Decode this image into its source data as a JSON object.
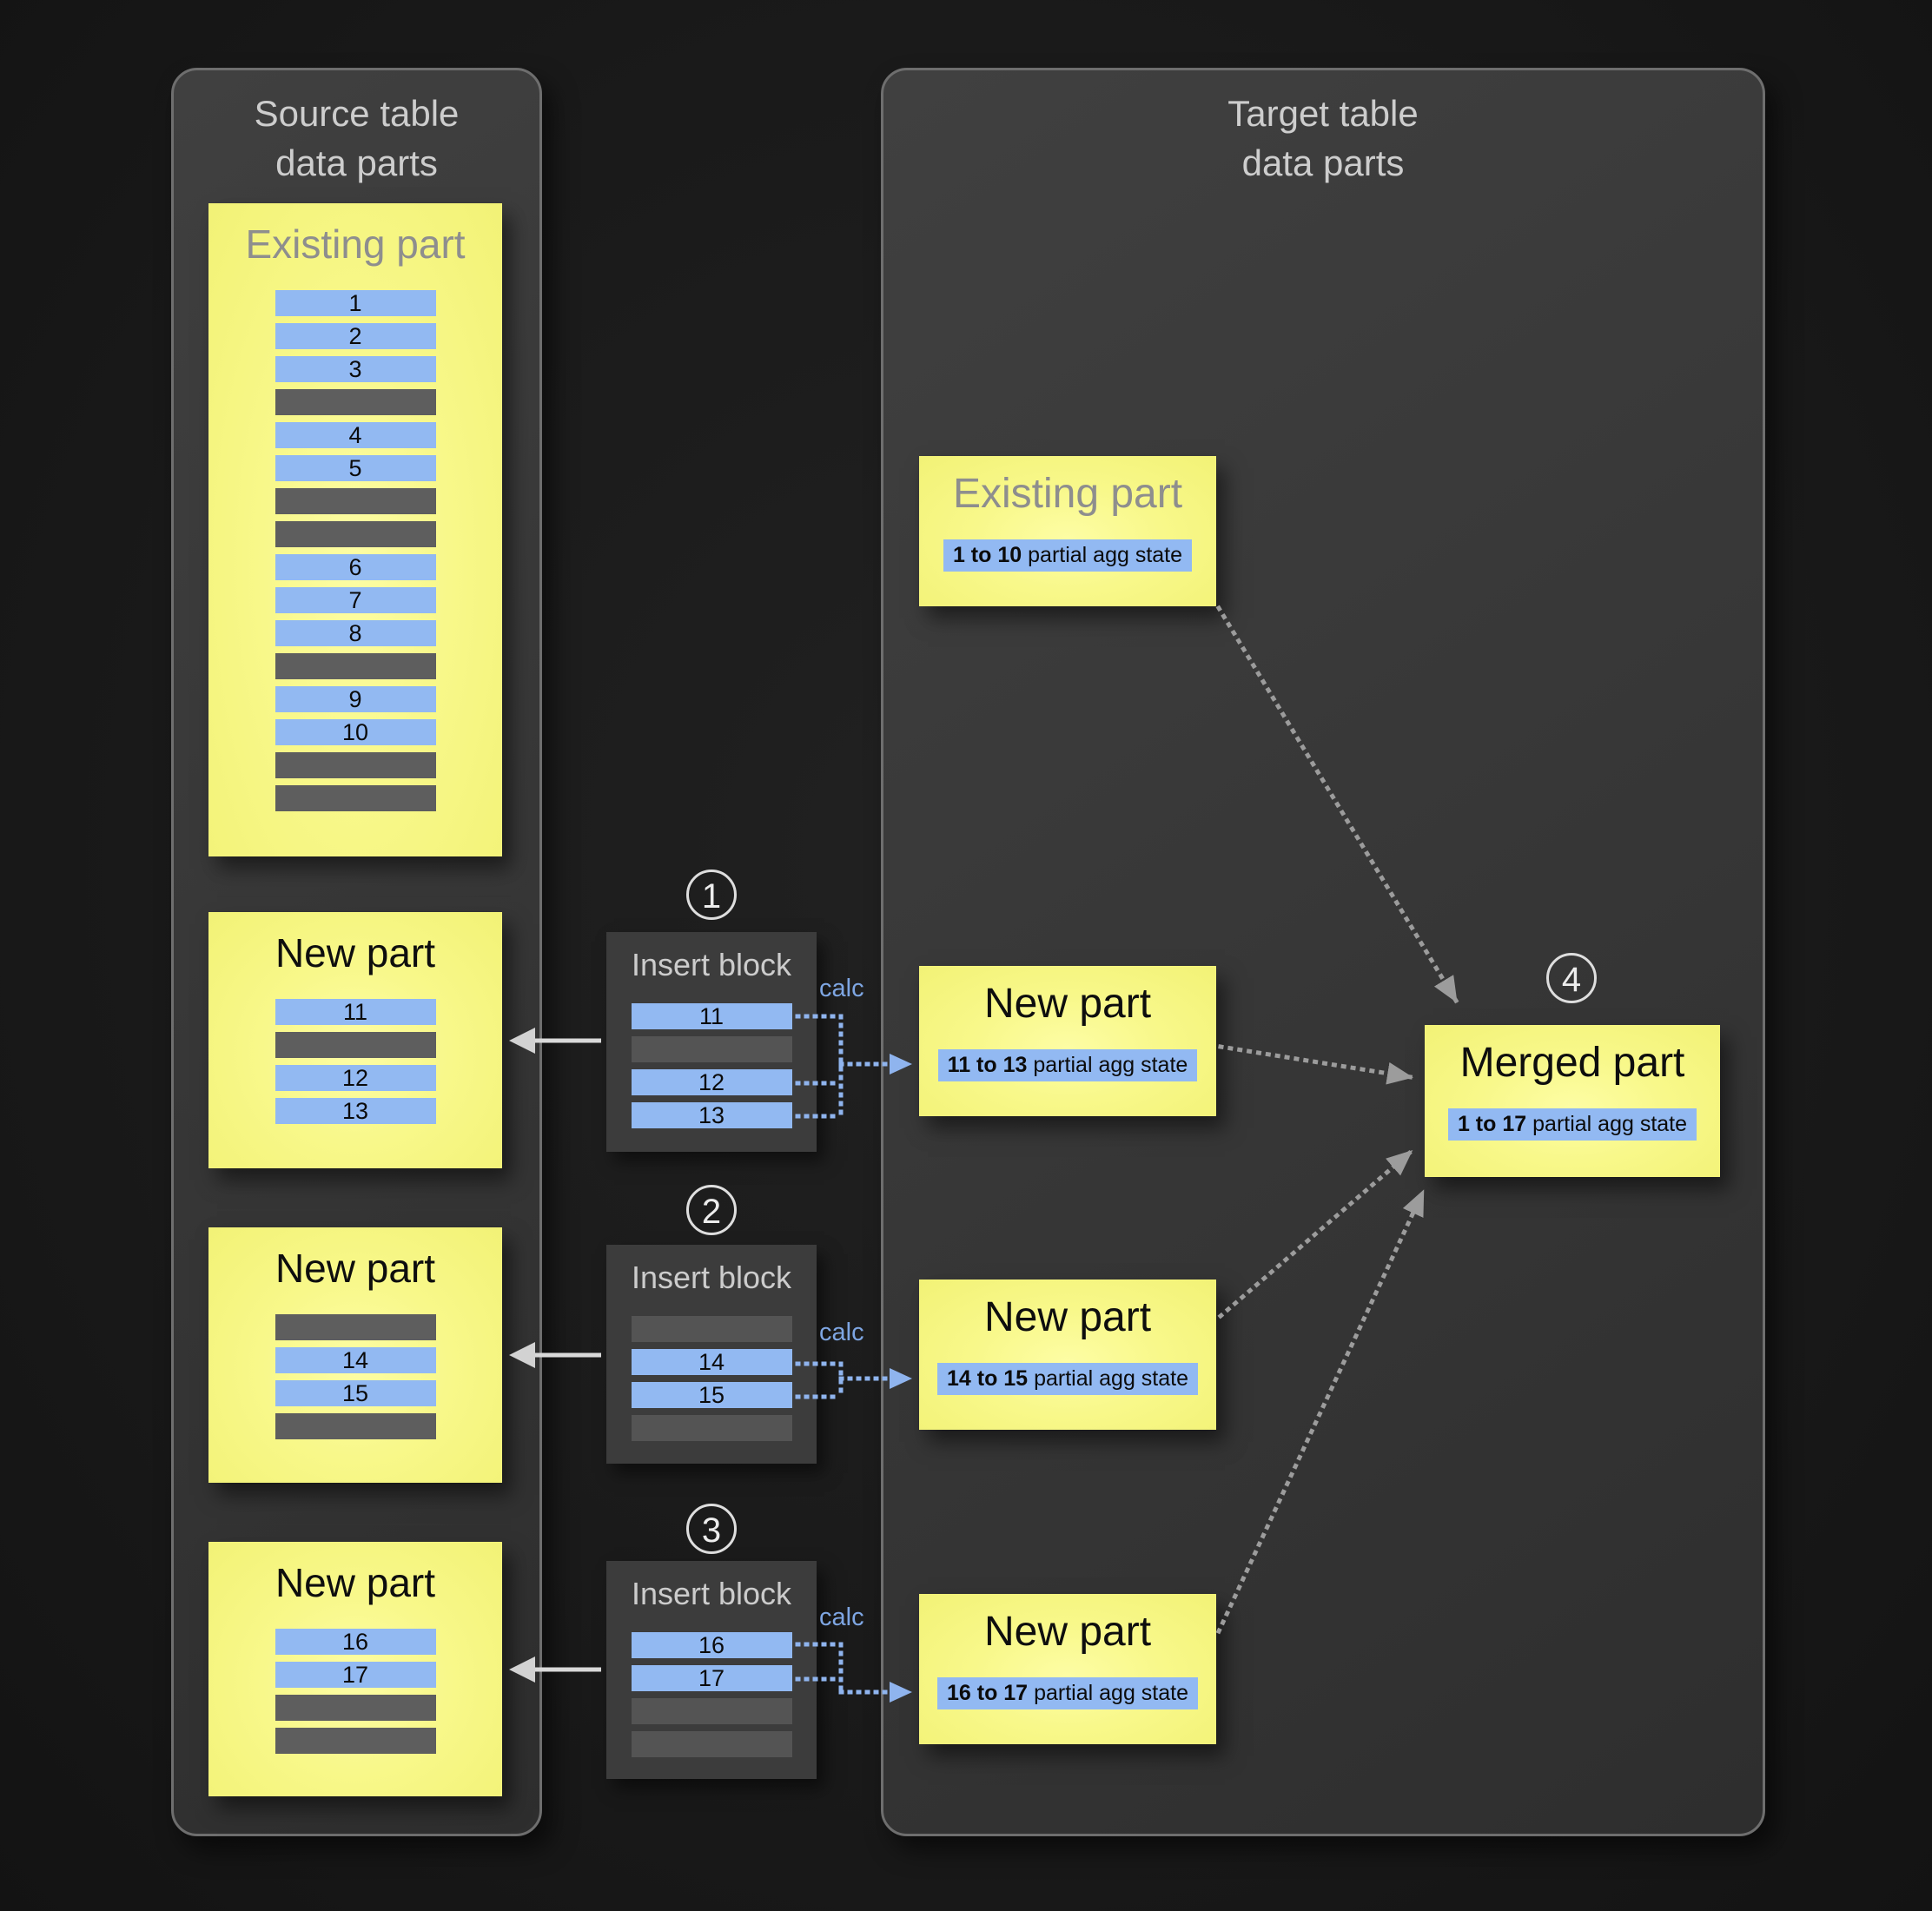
{
  "colors": {
    "yellow": "#f8f88a",
    "row_blue": "#92b9f2",
    "row_gray": "#5e5e5e",
    "calc_blue": "#7ea6e3",
    "panel_bg": "#383838"
  },
  "source_panel": {
    "title": "Source table\ndata parts",
    "existing_part": {
      "title": "Existing part",
      "rows": [
        "1",
        "2",
        "3",
        "",
        "4",
        "5",
        "",
        "",
        "6",
        "7",
        "8",
        "",
        "9",
        "10",
        "",
        ""
      ]
    },
    "new_parts": [
      {
        "title": "New part",
        "rows": [
          "11",
          "",
          "12",
          "13"
        ]
      },
      {
        "title": "New part",
        "rows": [
          "",
          "14",
          "15",
          ""
        ]
      },
      {
        "title": "New part",
        "rows": [
          "16",
          "17",
          "",
          ""
        ]
      }
    ]
  },
  "insert_blocks": [
    {
      "step": "1",
      "title": "Insert block",
      "calc_label": "calc",
      "rows": [
        "11",
        "",
        "12",
        "13"
      ]
    },
    {
      "step": "2",
      "title": "Insert block",
      "calc_label": "calc",
      "rows": [
        "",
        "14",
        "15",
        ""
      ]
    },
    {
      "step": "3",
      "title": "Insert block",
      "calc_label": "calc",
      "rows": [
        "16",
        "17",
        "",
        ""
      ]
    }
  ],
  "target_panel": {
    "title": "Target table\ndata parts",
    "existing_part": {
      "title": "Existing part",
      "agg_range": "1 to 10",
      "agg_text": "partial agg state"
    },
    "new_parts": [
      {
        "title": "New part",
        "agg_range": "11 to 13",
        "agg_text": "partial agg state"
      },
      {
        "title": "New part",
        "agg_range": "14 to 15",
        "agg_text": "partial agg state"
      },
      {
        "title": "New part",
        "agg_range": "16 to 17",
        "agg_text": "partial agg state"
      }
    ],
    "merged_part": {
      "step": "4",
      "title": "Merged part",
      "agg_range": "1 to 17",
      "agg_text": "partial agg state"
    }
  }
}
